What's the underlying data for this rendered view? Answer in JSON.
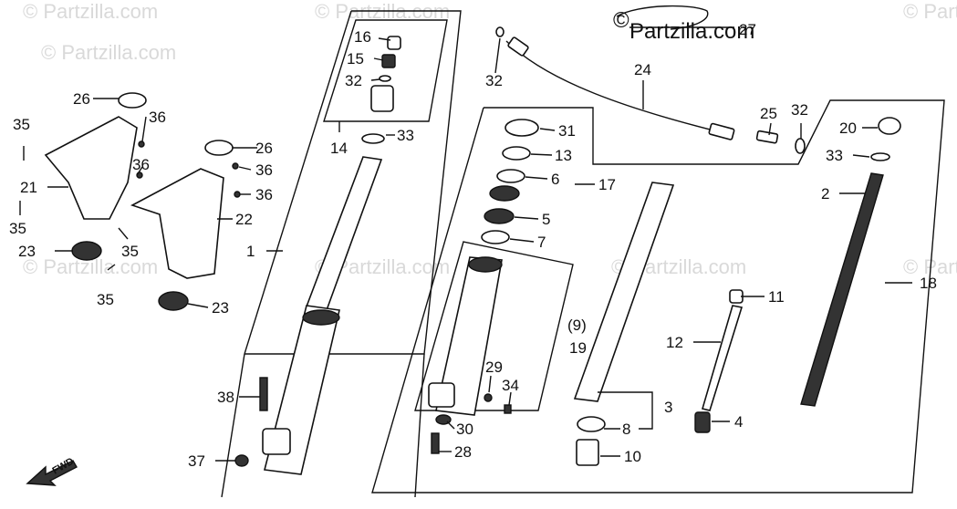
{
  "brand": {
    "text": "Partzilla.com",
    "symbol": "©"
  },
  "watermark": {
    "text": "© Partzilla.com"
  },
  "fwd_label": "FWD",
  "callouts": {
    "c1": "1",
    "c2": "2",
    "c3": "3",
    "c4": "4",
    "c5": "5",
    "c6": "6",
    "c7": "7",
    "c8": "8",
    "c9": "(9)",
    "c10": "10",
    "c11": "11",
    "c12": "12",
    "c13": "13",
    "c14": "14",
    "c15": "15",
    "c16": "16",
    "c17": "17",
    "c18": "18",
    "c19": "19",
    "c20": "20",
    "c21": "21",
    "c22": "22",
    "c23a": "23",
    "c23b": "23",
    "c24": "24",
    "c25": "25",
    "c26a": "26",
    "c26b": "26",
    "c27": "27",
    "c28": "28",
    "c29": "29",
    "c30": "30",
    "c31": "31",
    "c32a": "32",
    "c32b": "32",
    "c32c": "32",
    "c33a": "33",
    "c33b": "33",
    "c34": "34",
    "c35a": "35",
    "c35b": "35",
    "c35c": "35",
    "c35d": "35",
    "c36a": "36",
    "c36b": "36",
    "c36c": "36",
    "c36d": "36",
    "c37": "37",
    "c38": "38"
  }
}
